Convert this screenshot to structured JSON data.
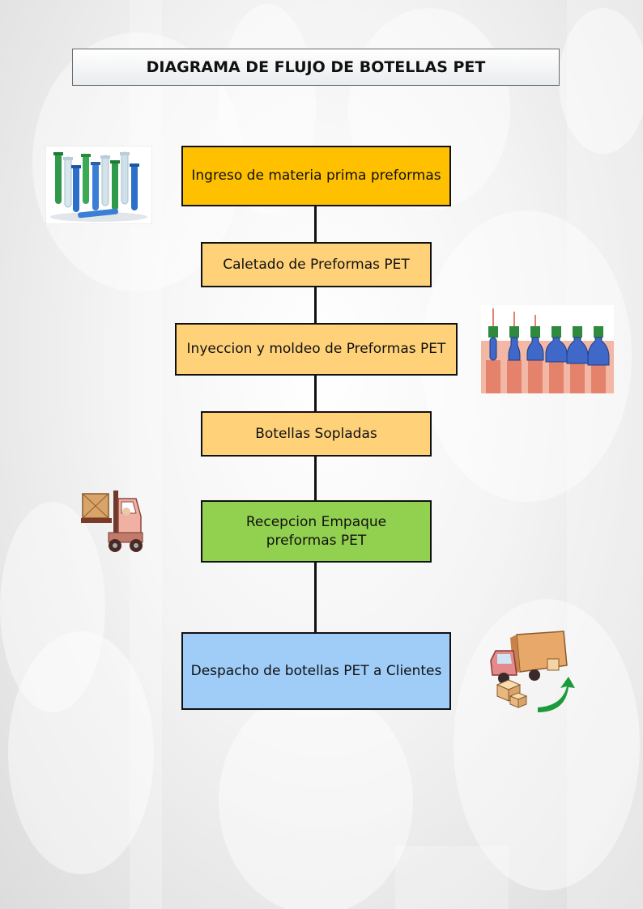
{
  "title": "DIAGRAMA DE FLUJO DE BOTELLAS PET",
  "steps": [
    {
      "label": "Ingreso de materia prima preformas",
      "color": "#ffc000"
    },
    {
      "label": "Caletado de Preformas PET",
      "color": "#ffd27a"
    },
    {
      "label": "Inyeccion y moldeo de Preformas PET",
      "color": "#ffd27a"
    },
    {
      "label": "Botellas Sopladas",
      "color": "#ffd27a"
    },
    {
      "label": "Recepcion Empaque preformas PET",
      "color": "#92d050"
    },
    {
      "label": "Despacho de botellas PET a Clientes",
      "color": "#9fcdf8"
    }
  ],
  "images": {
    "preforms": "preform-bottles-icon",
    "blow_molding": "blow-molding-icon",
    "forklift": "forklift-icon",
    "delivery": "delivery-truck-icon"
  }
}
